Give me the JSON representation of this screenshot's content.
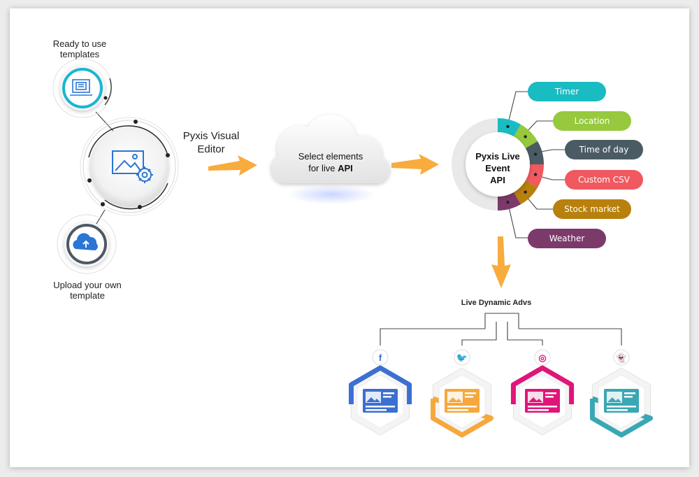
{
  "left": {
    "templates_label": "Ready to use templates",
    "upload_label": "Upload your own template",
    "editor_label": "Pyxis Visual Editor"
  },
  "cloud": {
    "line1": "Select elements",
    "line2_prefix": "for live ",
    "line2_bold": "API"
  },
  "hub": {
    "line1": "Pyxis Live",
    "line2": "Event",
    "line3": "API"
  },
  "pills": [
    {
      "label": "Timer",
      "color": "#19bcc2"
    },
    {
      "label": "Location",
      "color": "#96c93d"
    },
    {
      "label": "Time of day",
      "color": "#4b5b64"
    },
    {
      "label": "Custom CSV",
      "color": "#f0595f"
    },
    {
      "label": "Stock market",
      "color": "#b8800c"
    },
    {
      "label": "Weather",
      "color": "#7c3a6b"
    }
  ],
  "output": {
    "title": "Live Dynamic Advs",
    "networks": [
      {
        "icon": "facebook-icon",
        "glyph": "f",
        "color": "#3c6fd1"
      },
      {
        "icon": "twitter-icon",
        "glyph": "🐦",
        "color": "#f6a83c"
      },
      {
        "icon": "instagram-icon",
        "glyph": "◎",
        "color": "#e0157a"
      },
      {
        "icon": "snapchat-icon",
        "glyph": "👻",
        "color": "#3aa7b4"
      }
    ]
  },
  "colors": {
    "arrow": "#f8ac3d"
  }
}
